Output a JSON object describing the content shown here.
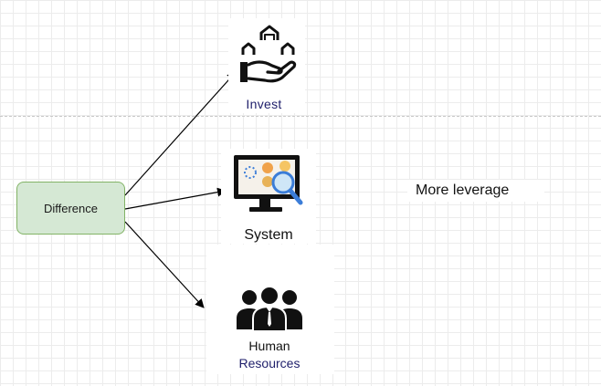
{
  "nodes": {
    "source": "Difference",
    "invest": "Invest",
    "system": "System",
    "human": {
      "line1": "Human",
      "line2": "Resources"
    }
  },
  "note": "More leverage",
  "colors": {
    "source_fill": "#d5e8d4",
    "source_border": "#82b366",
    "label_navy": "#1f1f6b",
    "icon_black": "#111111",
    "magnifier_blue": "#3b7dd8"
  },
  "icons": [
    "houses-in-hand-icon",
    "monitor-analytics-icon",
    "team-people-icon"
  ]
}
